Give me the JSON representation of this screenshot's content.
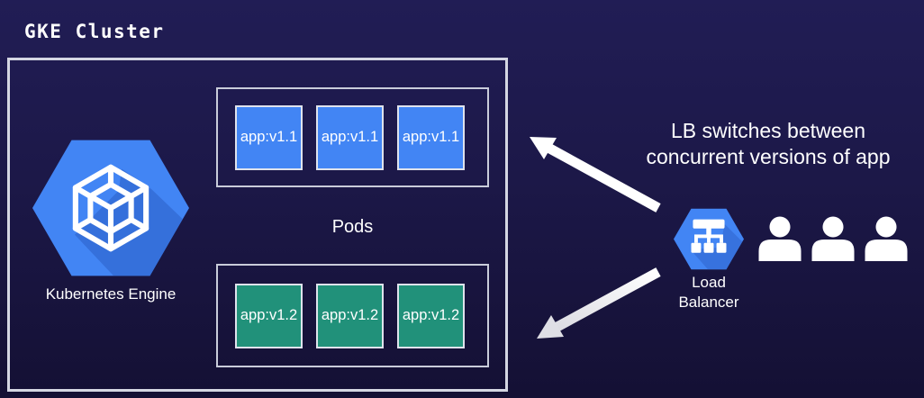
{
  "title": "GKE Cluster",
  "colors": {
    "background_top": "#211d55",
    "background_bottom": "#141034",
    "box_border": "#d4d6e2",
    "pod_blue": "#4285f4",
    "pod_green": "#21917a",
    "hexagon_blue": "#4285f4",
    "hexagon_shadow": "#2b5fc7",
    "arrow_white": "#ffffff",
    "text": "#ffffff"
  },
  "cluster": {
    "kubernetes_engine": {
      "label": "Kubernetes Engine"
    },
    "pods_label": "Pods",
    "v1_pods": {
      "labels": [
        "app:v1.1",
        "app:v1.1",
        "app:v1.1"
      ]
    },
    "v2_pods": {
      "labels": [
        "app:v1.2",
        "app:v1.2",
        "app:v1.2"
      ]
    }
  },
  "annotation": {
    "line1": "LB switches between",
    "line2": "concurrent versions of app"
  },
  "load_balancer": {
    "label_line1": "Load",
    "label_line2": "Balancer"
  }
}
